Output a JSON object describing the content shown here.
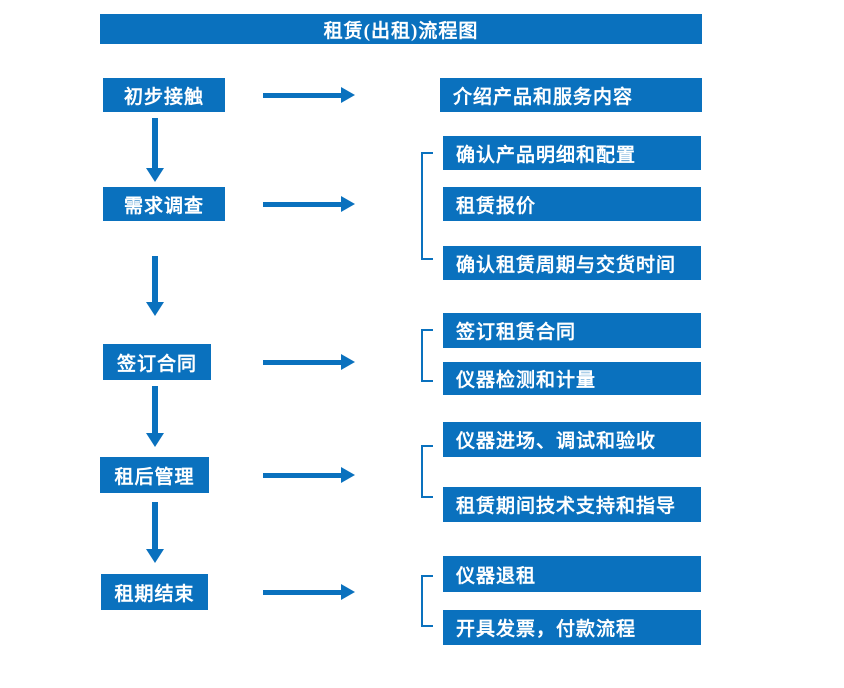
{
  "title": "租赁(出租)流程图",
  "colors": {
    "primary_blue": "#0a71be",
    "text": "#ffffff",
    "background": "#ffffff"
  },
  "stages": [
    {
      "label": "初步接触",
      "details": [
        "介绍产品和服务内容"
      ]
    },
    {
      "label": "需求调查",
      "details": [
        "确认产品明细和配置",
        "租赁报价",
        "确认租赁周期与交货时间"
      ]
    },
    {
      "label": "签订合同",
      "details": [
        "签订租赁合同",
        "仪器检测和计量"
      ]
    },
    {
      "label": "租后管理",
      "details": [
        "仪器进场、调试和验收",
        "租赁期间技术支持和指导"
      ]
    },
    {
      "label": "租期结束",
      "details": [
        "仪器退租",
        "开具发票，付款流程"
      ]
    }
  ]
}
